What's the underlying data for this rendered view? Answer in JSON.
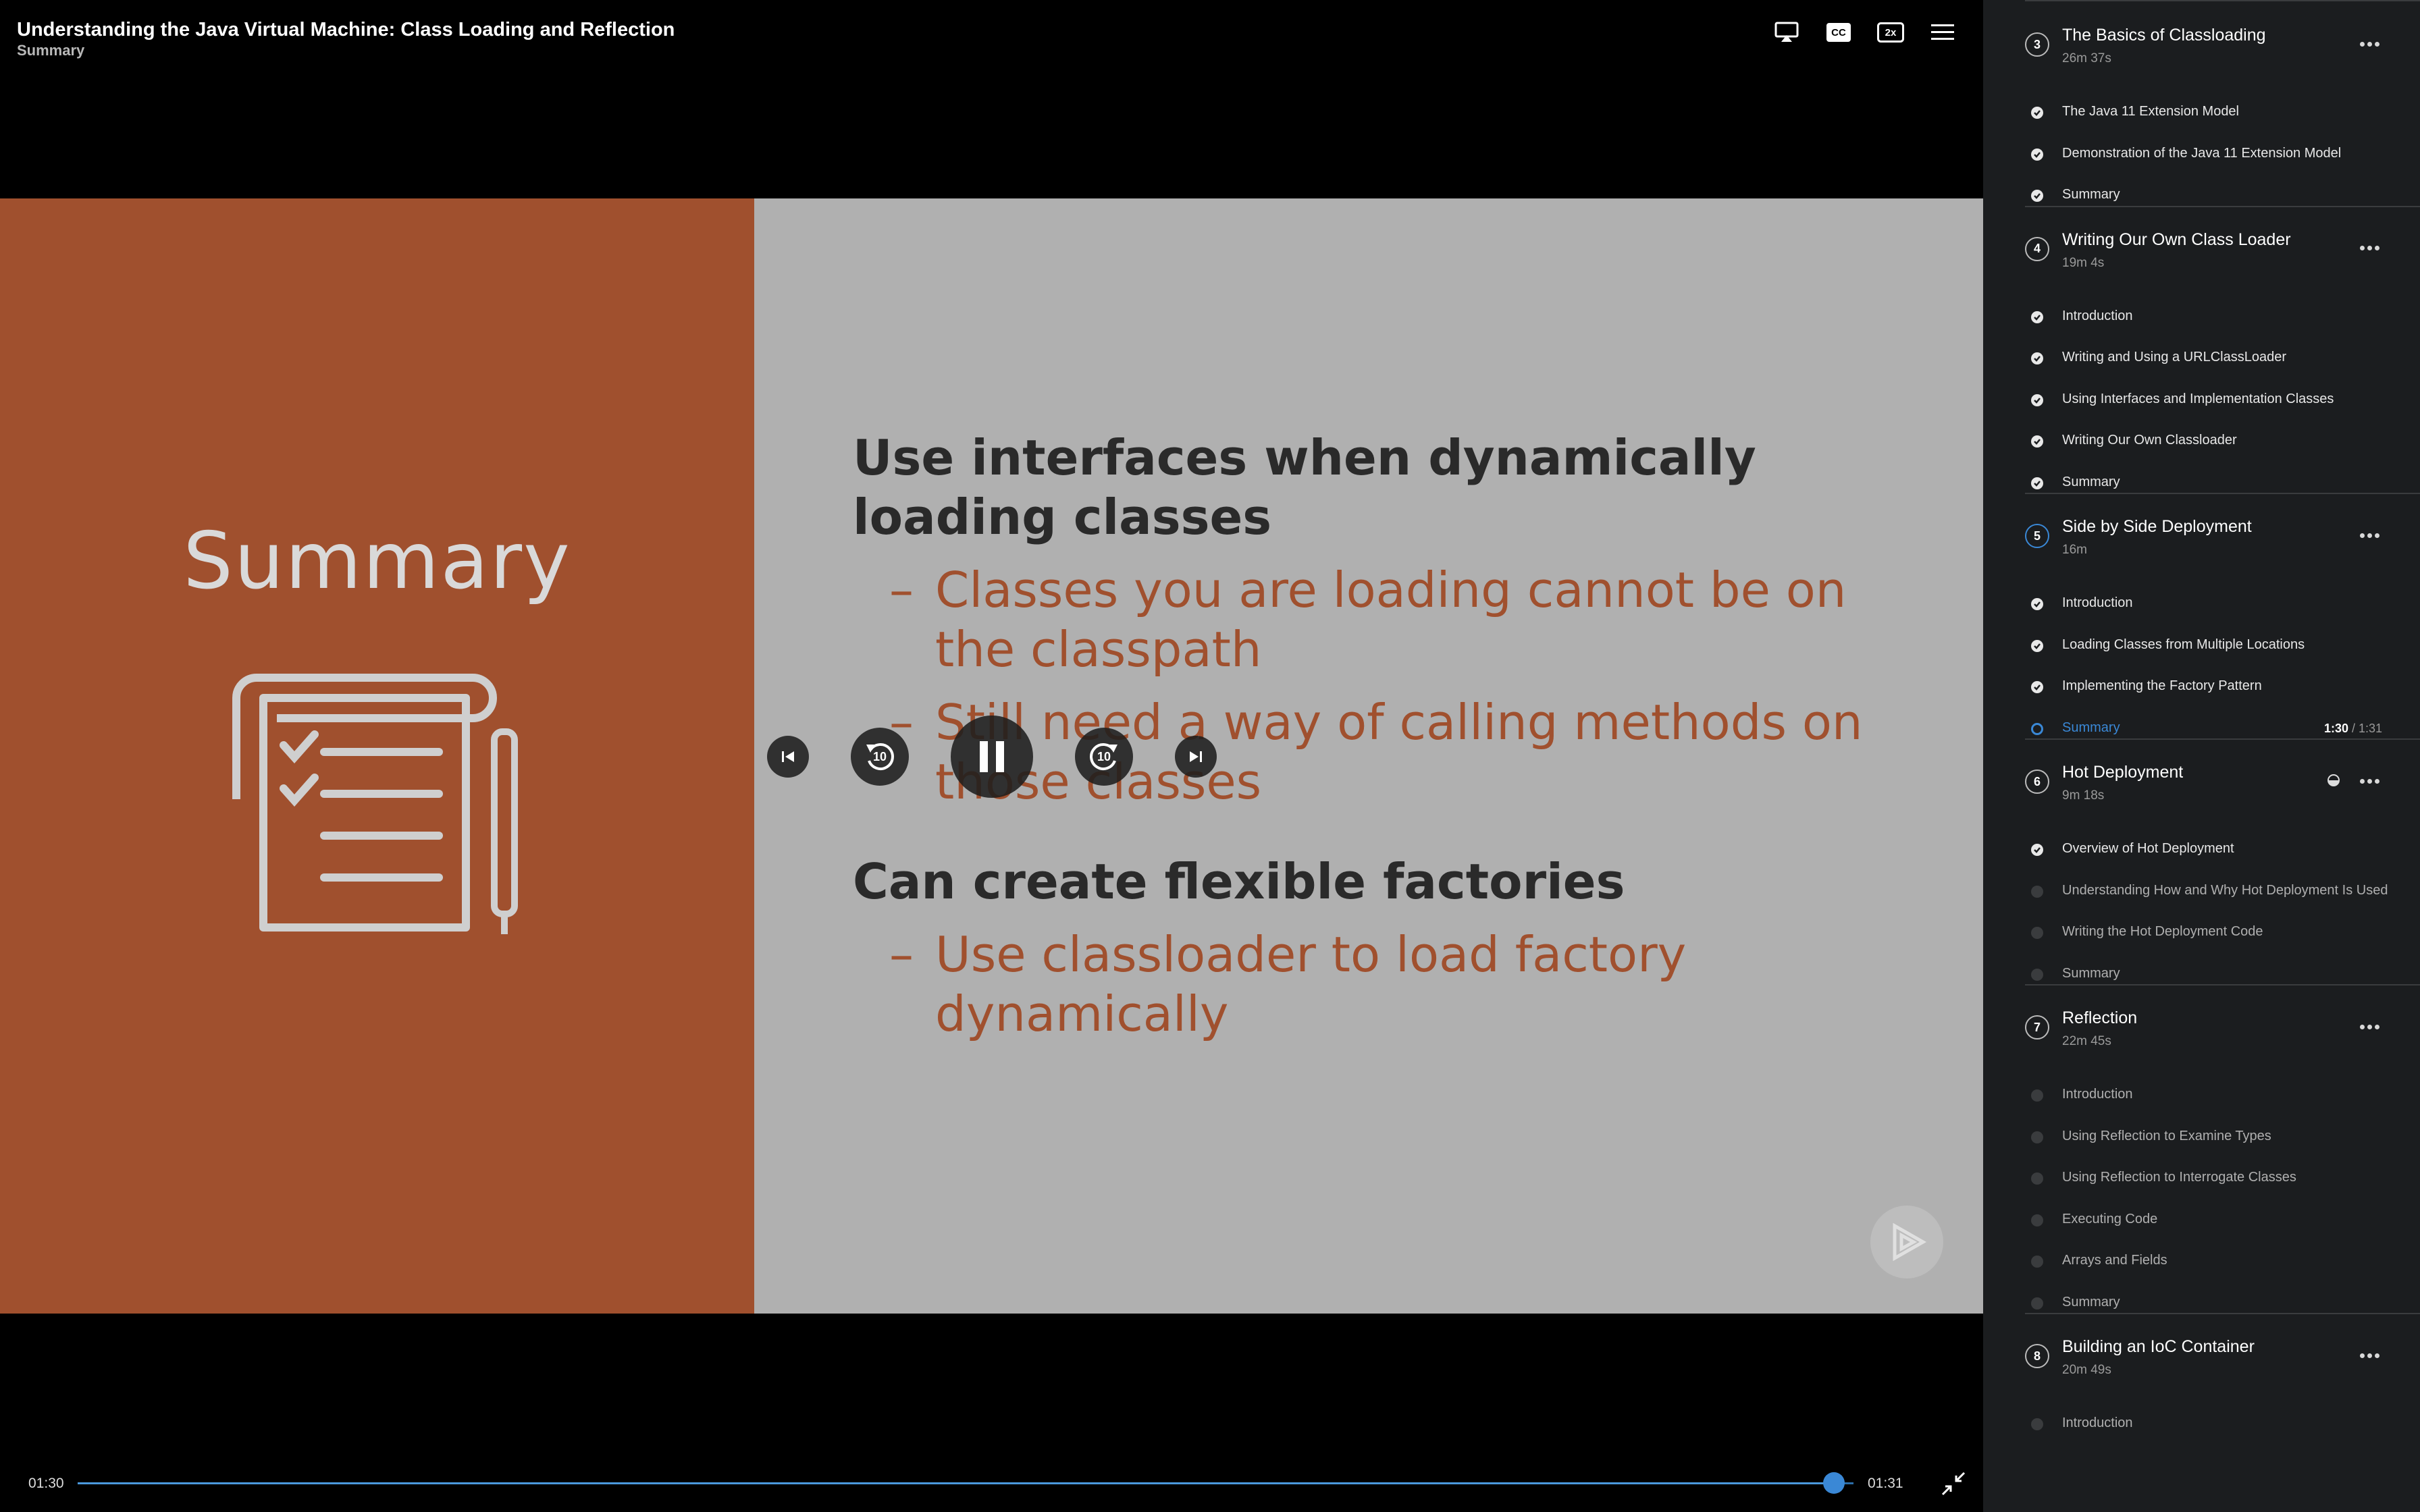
{
  "course": {
    "title": "Understanding the Java Virtual Machine: Class Loading and Reflection",
    "current_clip": "Summary"
  },
  "top_controls": {
    "airplay_icon": "airplay-icon",
    "cc_label": "CC",
    "speed_label": "2x",
    "menu_icon": "menu-icon"
  },
  "slide": {
    "heading": "Summary",
    "bullets": {
      "b1": "Use interfaces when dynamically loading classes",
      "b1_sub1": "Classes you are loading cannot be on the classpath",
      "b1_sub2": "Still need a way of calling methods on those classes",
      "b2": "Can create flexible factories",
      "b2_sub1": "Use classloader to load factory dynamically"
    },
    "dash": "–",
    "accent": "#a0502e"
  },
  "transport": {
    "skip_back_label": "10",
    "skip_fwd_label": "10"
  },
  "playback": {
    "current_time": "01:30",
    "total_time": "01:31",
    "progress": 0.989
  },
  "sidebar": {
    "modules": [
      {
        "number": "3",
        "title": "The Basics of Classloading",
        "duration": "26m 37s",
        "clips": [
          {
            "label": "The Java 11 Extension Model",
            "state": "done"
          },
          {
            "label": "Demonstration of the Java 11 Extension Model",
            "state": "done"
          },
          {
            "label": "Summary",
            "state": "done"
          }
        ]
      },
      {
        "number": "4",
        "title": "Writing Our Own Class Loader",
        "duration": "19m 4s",
        "clips": [
          {
            "label": "Introduction",
            "state": "done"
          },
          {
            "label": "Writing and Using a URLClassLoader",
            "state": "done"
          },
          {
            "label": "Using Interfaces and Implementation Classes",
            "state": "done"
          },
          {
            "label": "Writing Our Own Classloader",
            "state": "done"
          },
          {
            "label": "Summary",
            "state": "done"
          }
        ]
      },
      {
        "number": "5",
        "title": "Side by Side Deployment",
        "duration": "16m",
        "clips": [
          {
            "label": "Introduction",
            "state": "done"
          },
          {
            "label": "Loading Classes from Multiple Locations",
            "state": "done"
          },
          {
            "label": "Implementing the Factory Pattern",
            "state": "done"
          },
          {
            "label": "Summary",
            "state": "current",
            "time_current": "1:30",
            "time_total": "/ 1:31"
          }
        ]
      },
      {
        "number": "6",
        "title": "Hot Deployment",
        "duration": "9m 18s",
        "clips": [
          {
            "label": "Overview of Hot Deployment",
            "state": "done"
          },
          {
            "label": "Understanding How and Why Hot Deployment Is Used",
            "state": "todo"
          },
          {
            "label": "Writing the Hot Deployment Code",
            "state": "todo"
          },
          {
            "label": "Summary",
            "state": "todo"
          }
        ]
      },
      {
        "number": "7",
        "title": "Reflection",
        "duration": "22m 45s",
        "clips": [
          {
            "label": "Introduction",
            "state": "todo"
          },
          {
            "label": "Using Reflection to Examine Types",
            "state": "todo"
          },
          {
            "label": "Using Reflection to Interrogate Classes",
            "state": "todo"
          },
          {
            "label": "Executing Code",
            "state": "todo"
          },
          {
            "label": "Arrays and Fields",
            "state": "todo"
          },
          {
            "label": "Summary",
            "state": "todo"
          }
        ]
      },
      {
        "number": "8",
        "title": "Building an IoC Container",
        "duration": "20m 49s",
        "clips": [
          {
            "label": "Introduction",
            "state": "todo"
          }
        ]
      }
    ]
  }
}
